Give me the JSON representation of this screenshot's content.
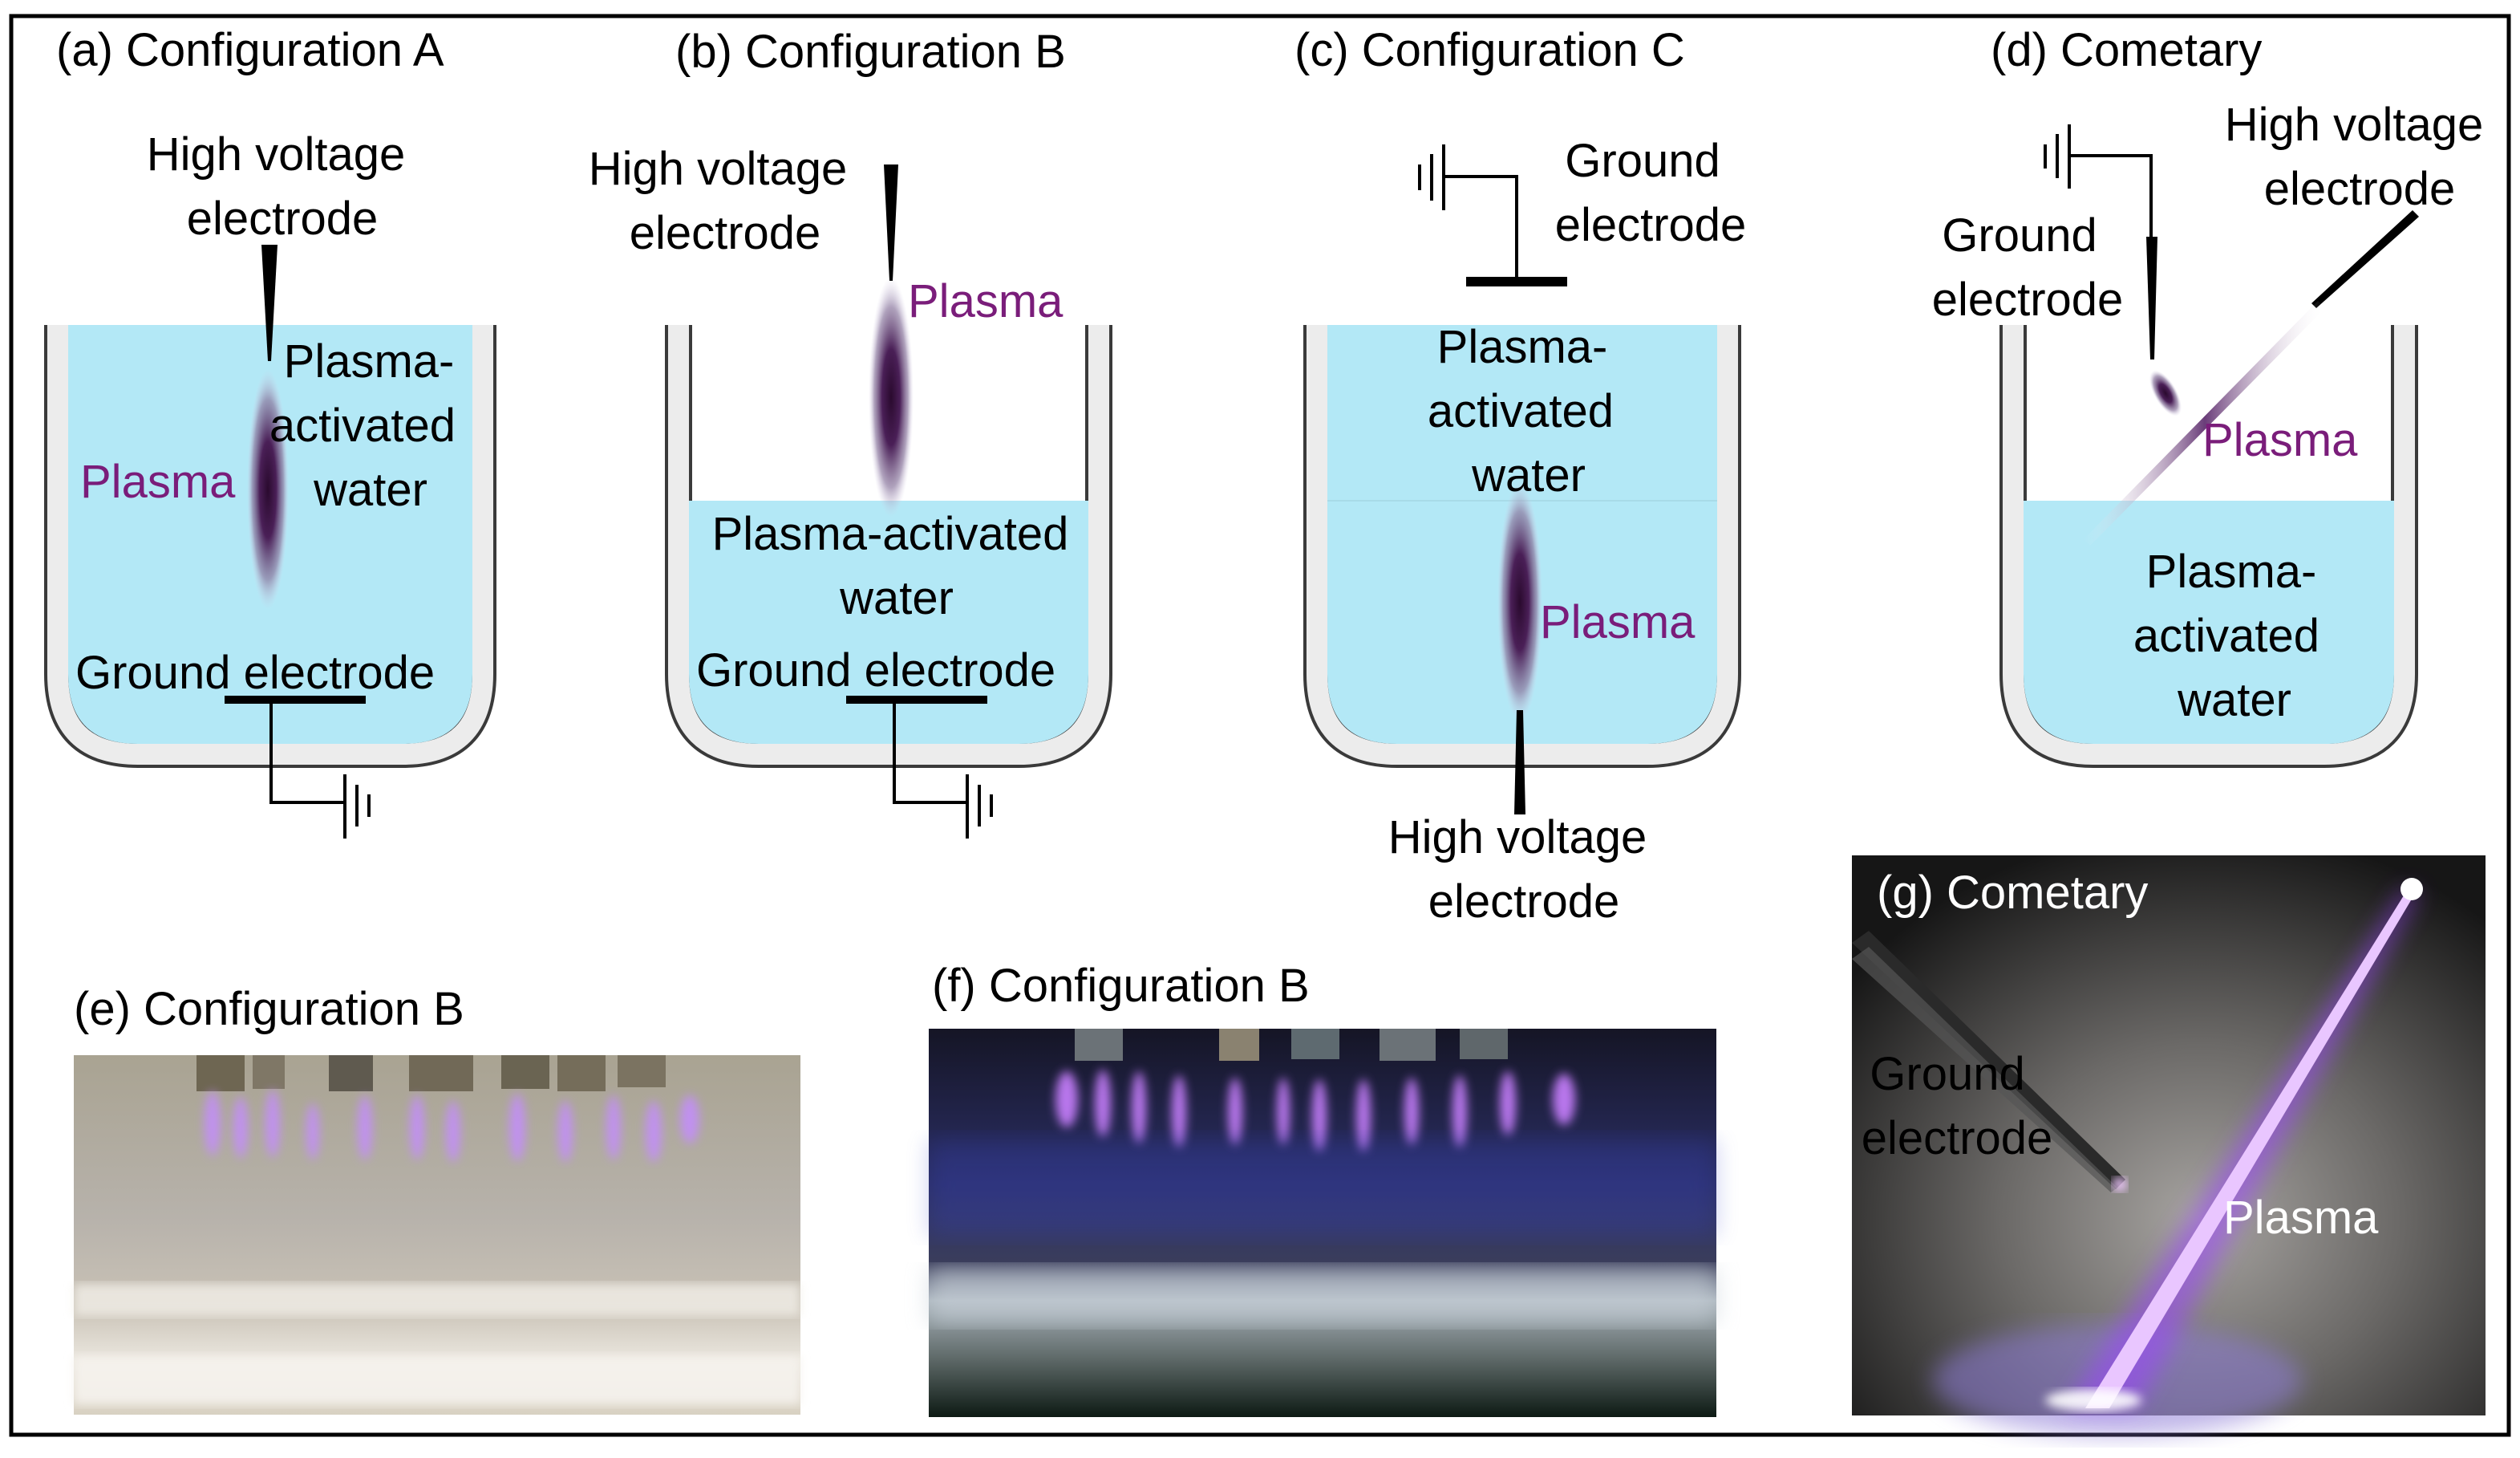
{
  "panels": {
    "a": {
      "title": "(a) Configuration A",
      "hv_line1": "High voltage",
      "hv_line2": "electrode",
      "pav_line1": "Plasma-",
      "pav_line2": "activated",
      "pav_line3": "water",
      "plasma": "Plasma",
      "ground": "Ground electrode"
    },
    "b": {
      "title": "(b) Configuration B",
      "hv_line1": "High voltage",
      "hv_line2": "electrode",
      "plasma": "Plasma",
      "pav_line1": "Plasma-activated",
      "pav_line2": "water",
      "ground": "Ground electrode"
    },
    "c": {
      "title": "(c) Configuration C",
      "ground_line1": "Ground",
      "ground_line2": "electrode",
      "pav_line1": "Plasma-",
      "pav_line2": "activated",
      "pav_line3": "water",
      "plasma": "Plasma",
      "hv_line1": "High voltage",
      "hv_line2": "electrode"
    },
    "d": {
      "title": "(d) Cometary",
      "hv_line1": "High voltage",
      "hv_line2": "electrode",
      "ground_line1": "Ground",
      "ground_line2": "electrode",
      "plasma": "Plasma",
      "pav_line1": "Plasma-",
      "pav_line2": "activated",
      "pav_line3": "water"
    },
    "e": {
      "title": "(e) Configuration B"
    },
    "f": {
      "title": "(f) Configuration B"
    },
    "g": {
      "title": "(g) Cometary",
      "ground_line1": "Ground",
      "ground_line2": "electrode",
      "plasma": "Plasma"
    }
  },
  "colors": {
    "water": "#b3e8f6",
    "plasma_text": "#7a1d7a",
    "vessel": "#ececec",
    "glow": "#b070ff"
  }
}
